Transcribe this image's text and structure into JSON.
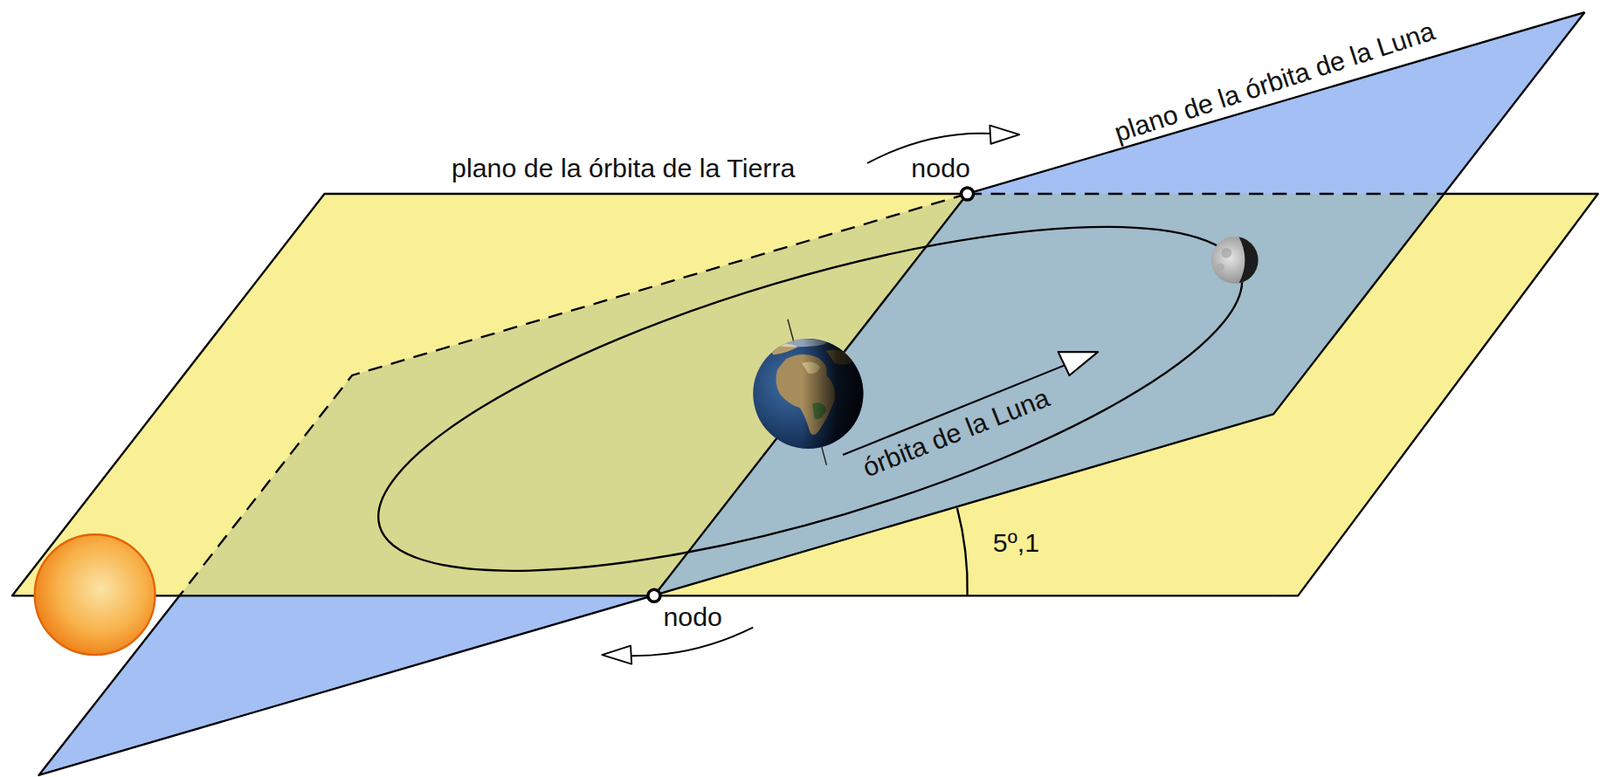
{
  "diagram": {
    "labels": [
      "plano de la órbita de la Tierra",
      "nodo",
      "plano de la órbita de la Luna",
      "órbita de la Luna",
      "5º,1",
      "nodo"
    ]
  }
}
